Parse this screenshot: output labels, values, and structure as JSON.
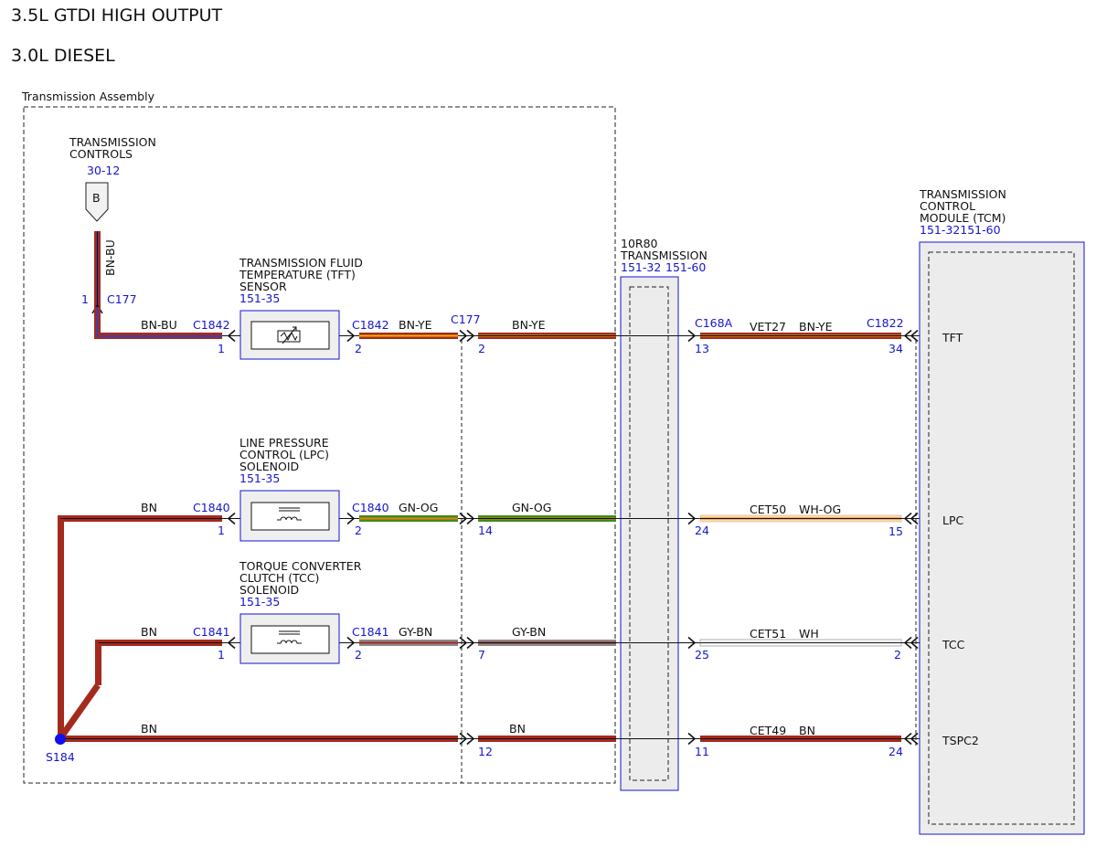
{
  "headers": [
    "3.5L GTDI HIGH OUTPUT",
    "3.0L DIESEL"
  ],
  "assembly_label": "Transmission Assembly",
  "colors": {
    "BN": "#a52a1e",
    "BU": "#3340c0",
    "YE": "#f0b400",
    "GN": "#3c8c1c",
    "OG": "#ee7a10",
    "GY": "#8a8a8a",
    "WH": "#ffffff",
    "ref_blue": "#1515d0",
    "terminal_dot": "#1010ee",
    "module_fill": "#ececec"
  },
  "trans_controls": {
    "line1": "TRANSMISSION",
    "line2": "CONTROLS",
    "ref": "30-12",
    "connector_letter": "B",
    "wire": "BN-BU",
    "pin": "1",
    "connector": "C177"
  },
  "tft_sensor": {
    "line1": "TRANSMISSION FLUID",
    "line2": "TEMPERATURE (TFT)",
    "line3": "SENSOR",
    "ref": "151-35",
    "left_wire": "BN-BU",
    "left_conn": "C1842",
    "left_pin": "1",
    "right_conn": "C1842",
    "right_pin": "2",
    "right_wire": "BN-YE"
  },
  "lpc_solenoid": {
    "line1": "LINE PRESSURE",
    "line2": "CONTROL (LPC)",
    "line3": "SOLENOID",
    "ref": "151-35",
    "left_wire": "BN",
    "left_conn": "C1840",
    "left_pin": "1",
    "right_conn": "C1840",
    "right_pin": "2",
    "right_wire": "GN-OG"
  },
  "tcc_solenoid": {
    "line1": "TORQUE CONVERTER",
    "line2": "CLUTCH (TCC)",
    "line3": "SOLENOID",
    "ref": "151-35",
    "left_wire": "BN",
    "left_conn": "C1841",
    "left_pin": "1",
    "right_conn": "C1841",
    "right_pin": "2",
    "right_wire": "GY-BN"
  },
  "c177": {
    "label": "C177",
    "pins": [
      "2",
      "14",
      "7",
      "12"
    ],
    "wires": [
      "BN-YE",
      "GN-OG",
      "GY-BN",
      "BN"
    ]
  },
  "splice": {
    "label": "S184",
    "wire": "BN"
  },
  "transmission_10r80": {
    "line1": "10R80",
    "line2": "TRANSMISSION",
    "ref1": "151-32",
    "ref2": "151-60"
  },
  "c168a": {
    "label": "C168A",
    "pins": [
      "13",
      "24",
      "25",
      "11"
    ]
  },
  "circuits": [
    {
      "circuit": "VET27",
      "wire": "BN-YE"
    },
    {
      "circuit": "CET50",
      "wire": "WH-OG"
    },
    {
      "circuit": "CET51",
      "wire": "WH"
    },
    {
      "circuit": "CET49",
      "wire": "BN"
    }
  ],
  "c1822": {
    "label": "C1822",
    "pins": [
      "34",
      "15",
      "2",
      "24"
    ]
  },
  "tcm": {
    "line1": "TRANSMISSION",
    "line2": "CONTROL",
    "line3": "MODULE (TCM)",
    "ref": "151-32151-60",
    "signals": [
      "TFT",
      "LPC",
      "TCC",
      "TSPC2"
    ]
  }
}
